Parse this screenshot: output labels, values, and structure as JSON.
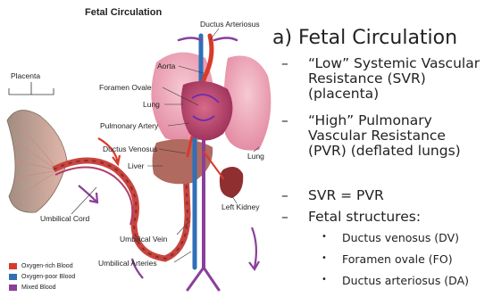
{
  "diagram": {
    "title": "Fetal Circulation",
    "labels": {
      "placenta": "Placenta",
      "ductus_arteriosus": "Ductus Arteriosus",
      "aorta": "Aorta",
      "foramen_ovale": "Foramen Ovale",
      "lung_left": "Lung",
      "pulmonary_artery": "Pulmonary Artery",
      "ductus_venosus": "Ductus Venosus",
      "liver": "Liver",
      "lung_right": "Lung",
      "left_kidney": "Left Kidney",
      "umbilical_cord": "Umbilical Cord",
      "umbilical_vein": "Umbilical Vein",
      "umbilical_arteries": "Umbilical Arteries"
    },
    "legend": [
      {
        "label": "Oxygen-rich Blood",
        "color": "#d93a2b"
      },
      {
        "label": "Oxygen-poor Blood",
        "color": "#2f6fb8"
      },
      {
        "label": "Mixed Blood",
        "color": "#8a3f9a"
      }
    ]
  },
  "panel": {
    "title": "a)  Fetal Circulation",
    "bullets": [
      {
        "marker": "–",
        "text": "“Low” Systemic Vascular Resistance (SVR) (placenta)"
      },
      {
        "marker": "–",
        "text": "“High” Pulmonary Vascular Resistance (PVR) (deflated lungs)"
      },
      {
        "marker": "–",
        "text": "SVR = PVR"
      },
      {
        "marker": "–",
        "text": "Fetal structures:"
      }
    ],
    "sub_bullets": [
      {
        "marker": "•",
        "text": "Ductus venosus (DV)"
      },
      {
        "marker": "•",
        "text": "Foramen ovale (FO)"
      },
      {
        "marker": "•",
        "text": "Ductus arteriosus (DA)"
      }
    ]
  }
}
